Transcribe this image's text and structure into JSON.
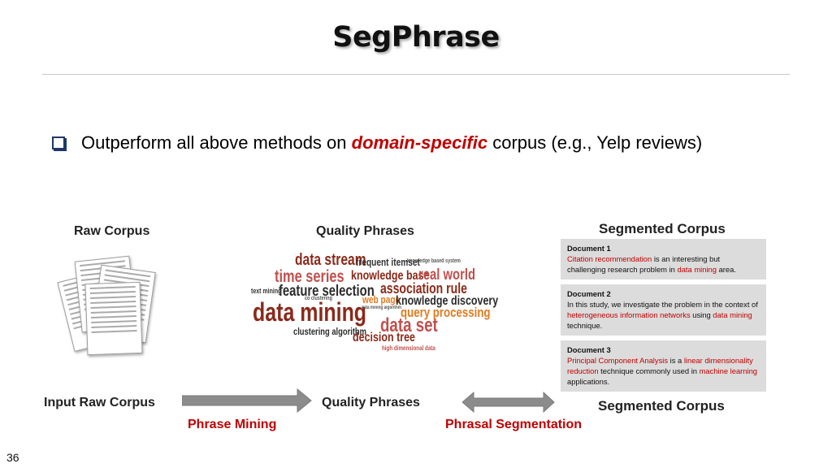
{
  "slide": {
    "title": "SegPhrase",
    "page_number": "36",
    "bullet": {
      "prefix": "Outperform all above methods on ",
      "emphasis": "domain-specific",
      "suffix": " corpus (e.g., Yelp reviews)"
    }
  },
  "columns": {
    "raw_corpus": "Raw Corpus",
    "quality_phrases": "Quality Phrases",
    "segmented_corpus": "Segmented Corpus"
  },
  "word_cloud": [
    {
      "text": "data stream",
      "color": "#8a2a1a"
    },
    {
      "text": "frequent itemset",
      "color": "#333333"
    },
    {
      "text": "knowledge based system",
      "color": "#555555"
    },
    {
      "text": "time series",
      "color": "#c0504d"
    },
    {
      "text": "knowledge base",
      "color": "#8a2a1a"
    },
    {
      "text": "real world",
      "color": "#c0504d"
    },
    {
      "text": "text mining",
      "color": "#333333"
    },
    {
      "text": "feature selection",
      "color": "#2b2b2b"
    },
    {
      "text": "association rule",
      "color": "#8a2a1a"
    },
    {
      "text": "co clustering",
      "color": "#555555"
    },
    {
      "text": "web page",
      "color": "#e07b20"
    },
    {
      "text": "knowledge discovery",
      "color": "#2b2b2b"
    },
    {
      "text": "data mining",
      "color": "#8a2a1a"
    },
    {
      "text": "data mining algorithm",
      "color": "#555555"
    },
    {
      "text": "query processing",
      "color": "#e07b20"
    },
    {
      "text": "data set",
      "color": "#c0504d"
    },
    {
      "text": "clustering algorithm",
      "color": "#2b2b2b"
    },
    {
      "text": "decision tree",
      "color": "#8a2a1a"
    },
    {
      "text": "high dimensional data",
      "color": "#c0504d"
    }
  ],
  "documents": [
    {
      "heading": "Document 1",
      "parts": [
        {
          "t": "Citation recommendation",
          "hl": true
        },
        {
          "t": " is an interesting but challenging research problem in ",
          "hl": false
        },
        {
          "t": "data mining",
          "hl": true
        },
        {
          "t": " area.",
          "hl": false
        }
      ]
    },
    {
      "heading": "Document 2",
      "parts": [
        {
          "t": "In this study, we investigate the problem in the context of ",
          "hl": false
        },
        {
          "t": "heterogeneous information networks",
          "hl": true
        },
        {
          "t": " using ",
          "hl": false
        },
        {
          "t": "data mining",
          "hl": true
        },
        {
          "t": " technique.",
          "hl": false
        }
      ]
    },
    {
      "heading": "Document 3",
      "parts": [
        {
          "t": "Principal Component Analysis",
          "hl": true
        },
        {
          "t": " is a ",
          "hl": false
        },
        {
          "t": "linear dimensionality reduction",
          "hl": true
        },
        {
          "t": " technique commonly used in ",
          "hl": false
        },
        {
          "t": "machine learning",
          "hl": true
        },
        {
          "t": " applications.",
          "hl": false
        }
      ]
    }
  ],
  "pipeline": {
    "input_label": "Input Raw Corpus",
    "middle_label": "Quality Phrases",
    "output_label": "Segmented Corpus",
    "step1": "Phrase Mining",
    "step2": "Phrasal Segmentation"
  },
  "colors": {
    "accent_red": "#c00000",
    "arrow_gray": "#8c8c8c",
    "doc_background": "#dcdcdc"
  }
}
